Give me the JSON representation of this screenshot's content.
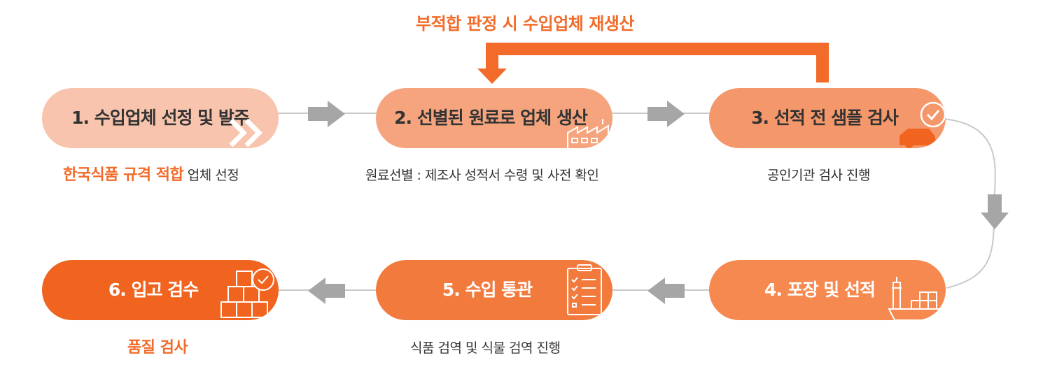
{
  "feedback": {
    "label": "부적합 판정 시 수입업체 재생산"
  },
  "steps": [
    {
      "label": "1. 수입업체 선정 및 발주",
      "icon": "double-chevron-icon"
    },
    {
      "label": "2. 선별된 원료로 업체 생산",
      "icon": "factory-icon"
    },
    {
      "label": "3. 선적 전 샘플 검사",
      "icon": "truck-check-icon"
    },
    {
      "label": "4. 포장 및 선적",
      "icon": "cargo-ship-icon"
    },
    {
      "label": "5. 수입 통관",
      "icon": "clipboard-checklist-icon"
    },
    {
      "label": "6. 입고 검수",
      "icon": "boxes-check-icon"
    }
  ],
  "descriptions": {
    "step1": {
      "highlight": "한국식품 규격 적합",
      "rest": " 업체 선정"
    },
    "step2": "원료선별 : 제조사 성적서 수령 및 사전 확인",
    "step3": "공인기관 검사 진행",
    "step5": "식품 검역 및 식물 검역 진행",
    "step6": "품질 검사"
  },
  "colors": {
    "step1": "#f9c4ad",
    "step2": "#f5a47e",
    "step3": "#f4976a",
    "step4": "#f5894f",
    "step5": "#f37a3d",
    "step6": "#f0641f",
    "accent": "#f26b2a",
    "connector": "#c9c9c9",
    "arrow": "#a6a6a6"
  }
}
